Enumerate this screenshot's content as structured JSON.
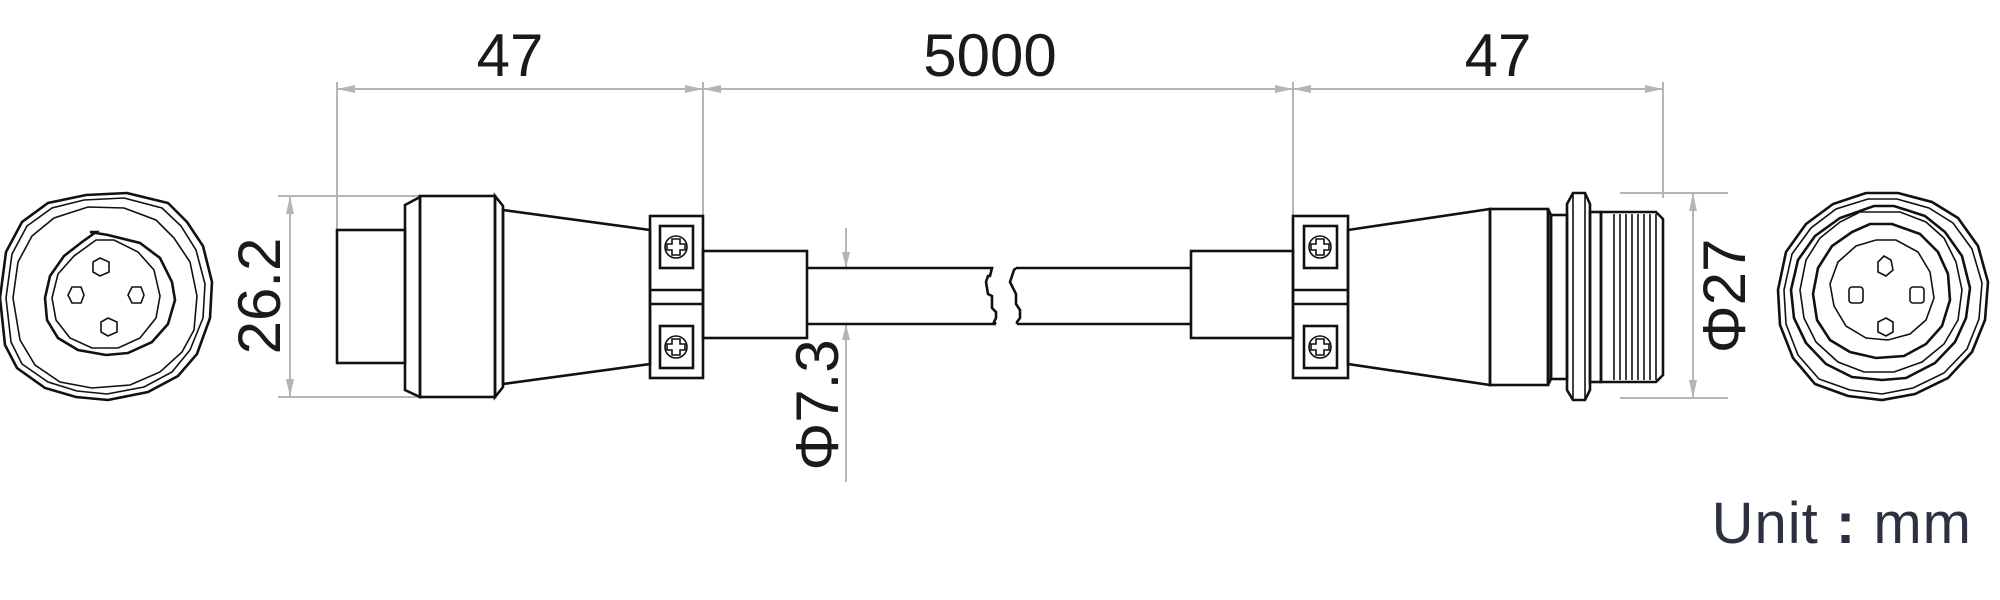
{
  "dimensions": {
    "left_plug_length": "47",
    "cable_length": "5000",
    "right_plug_length": "47",
    "left_plug_diameter": "26.2",
    "cable_diameter": "Φ7.3",
    "right_plug_diameter": "Φ27"
  },
  "unit": {
    "label": "Unit",
    "separator": ":",
    "value": "mm"
  }
}
